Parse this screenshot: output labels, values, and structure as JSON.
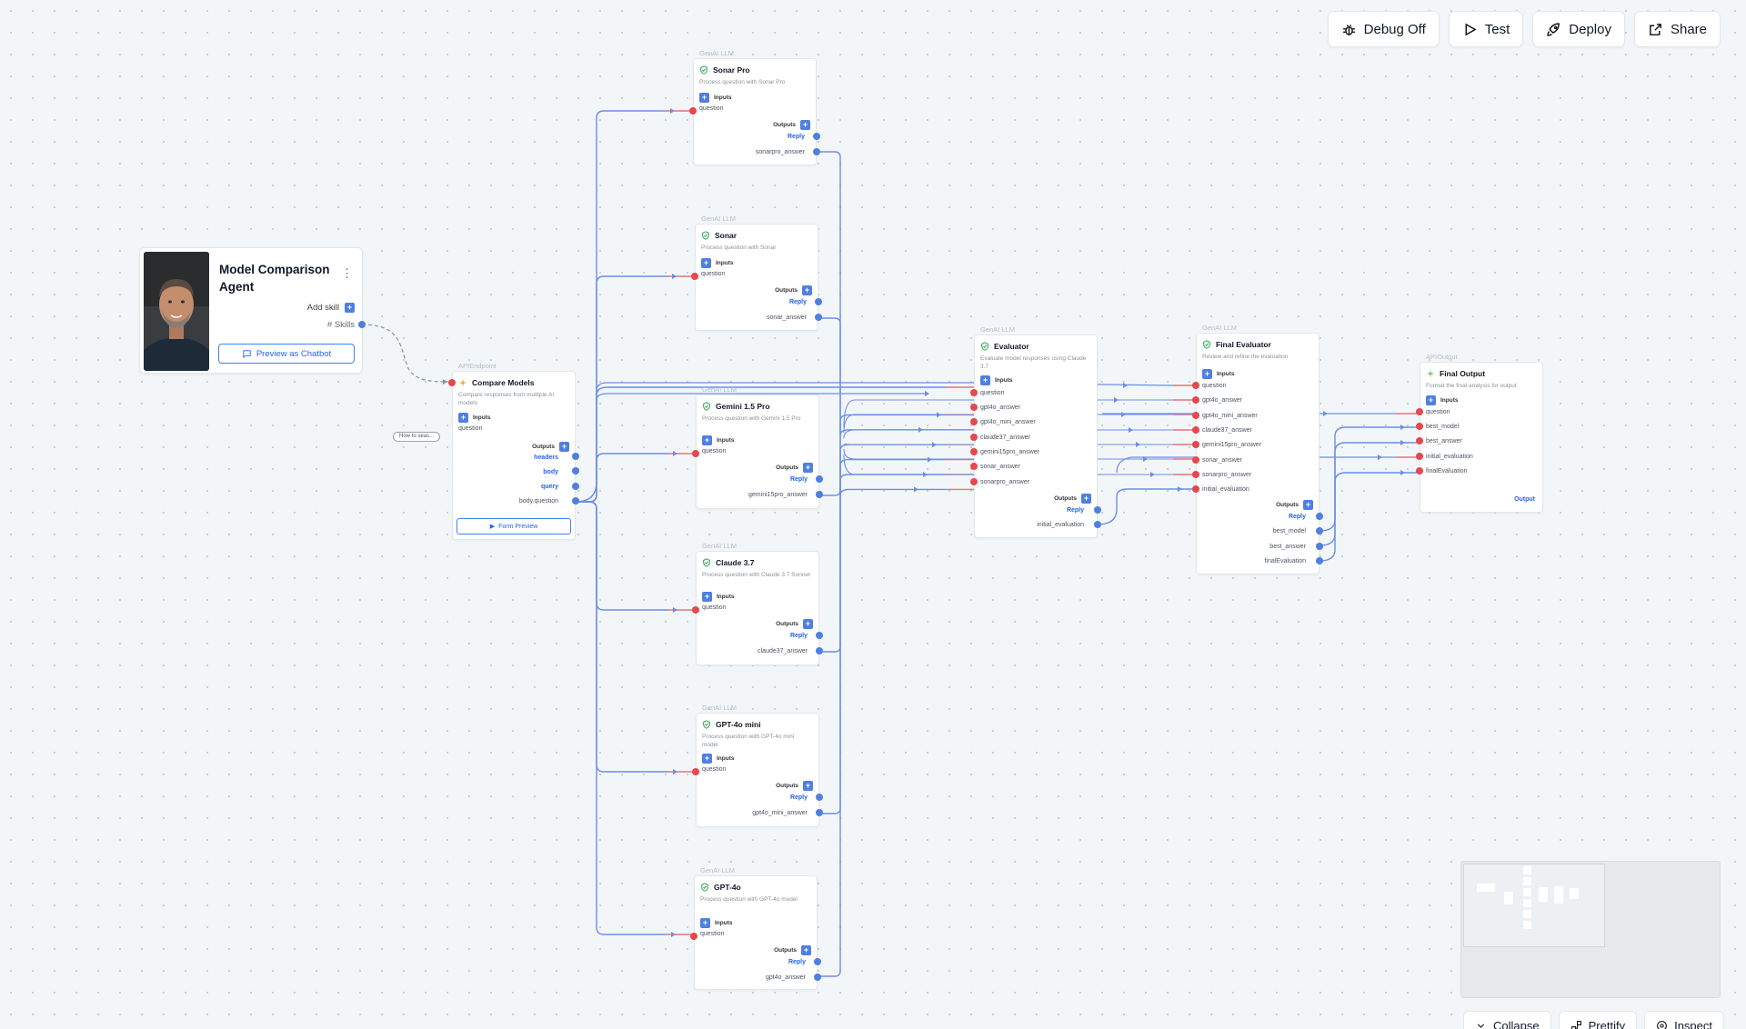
{
  "toolbar": {
    "debug": "Debug Off",
    "test": "Test",
    "deploy": "Deploy",
    "share": "Share"
  },
  "agent": {
    "title": "Model Comparison Agent",
    "add_skill": "Add skill",
    "skills": "# Skills",
    "preview": "Preview as Chatbot"
  },
  "endpoint": {
    "type": "APIEndpoint",
    "title": "Compare Models",
    "desc": "Compare responses from multiple AI models",
    "inputs": "Inputs",
    "input": "question",
    "outputs": "Outputs",
    "ports": [
      "headers",
      "body",
      "query",
      "body.question"
    ],
    "form_preview": "Form Preview",
    "pill": "How to seas..."
  },
  "llms": [
    {
      "type": "GenAI LLM",
      "title": "Sonar Pro",
      "desc": "Process question with Sonar Pro",
      "inputs": "Inputs",
      "input": "question",
      "outputs": "Outputs",
      "reply": "Reply",
      "output": "sonarpro_answer"
    },
    {
      "type": "GenAI LLM",
      "title": "Sonar",
      "desc": "Process question with Sonar",
      "inputs": "Inputs",
      "input": "question",
      "outputs": "Outputs",
      "reply": "Reply",
      "output": "sonar_answer"
    },
    {
      "type": "GenAI LLM",
      "title": "Gemini 1.5 Pro",
      "desc": "Process question with Gemini 1.5 Pro",
      "inputs": "Inputs",
      "input": "question",
      "outputs": "Outputs",
      "reply": "Reply",
      "output": "gemini15pro_answer"
    },
    {
      "type": "GenAI LLM",
      "title": "Claude 3.7",
      "desc": "Process question with Claude 3.7 Sonnet",
      "inputs": "Inputs",
      "input": "question",
      "outputs": "Outputs",
      "reply": "Reply",
      "output": "claude37_answer"
    },
    {
      "type": "GenAI LLM",
      "title": "GPT-4o mini",
      "desc": "Process question with GPT-4o mini model",
      "inputs": "Inputs",
      "input": "question",
      "outputs": "Outputs",
      "reply": "Reply",
      "output": "gpt4o_mini_answer"
    },
    {
      "type": "GenAI LLM",
      "title": "GPT-4o",
      "desc": "Process question with GPT-4o model",
      "inputs": "Inputs",
      "input": "question",
      "outputs": "Outputs",
      "reply": "Reply",
      "output": "gpt4o_answer"
    }
  ],
  "evaluator": {
    "type": "GenAI LLM",
    "title": "Evaluator",
    "desc": "Evaluate model responses using Claude 3.7",
    "inputs": "Inputs",
    "ports_in": [
      "question",
      "gpt4o_answer",
      "gpt4o_mini_answer",
      "claude37_answer",
      "gemini15pro_answer",
      "sonar_answer",
      "sonarpro_answer"
    ],
    "outputs": "Outputs",
    "reply": "Reply",
    "output": "initial_evaluation"
  },
  "final_evaluator": {
    "type": "GenAI LLM",
    "title": "Final Evaluator",
    "desc": "Review and refine the evaluation",
    "inputs": "Inputs",
    "ports_in": [
      "question",
      "gpt4o_answer",
      "gpt4o_mini_answer",
      "claude37_answer",
      "gemini15pro_answer",
      "sonar_answer",
      "sonarpro_answer",
      "initial_evaluation"
    ],
    "outputs": "Outputs",
    "reply": "Reply",
    "ports_out": [
      "best_model",
      "best_answer",
      "finalEvaluation"
    ]
  },
  "final_output": {
    "type": "APIOutput",
    "title": "Final Output",
    "desc": "Format the final analysis for output",
    "inputs": "Inputs",
    "ports_in": [
      "question",
      "best_model",
      "best_answer",
      "initial_evaluation",
      "finalEvaluation"
    ],
    "output_label": "Output"
  },
  "bottombar": {
    "collapse": "Collapse",
    "prettify": "Prettify",
    "inspect": "Inspect"
  },
  "colors": {
    "input_port": "#e5484d",
    "output_port": "#4f7fe0",
    "edge_blue": "#6b8ee8",
    "edge_red": "#e5727a"
  }
}
